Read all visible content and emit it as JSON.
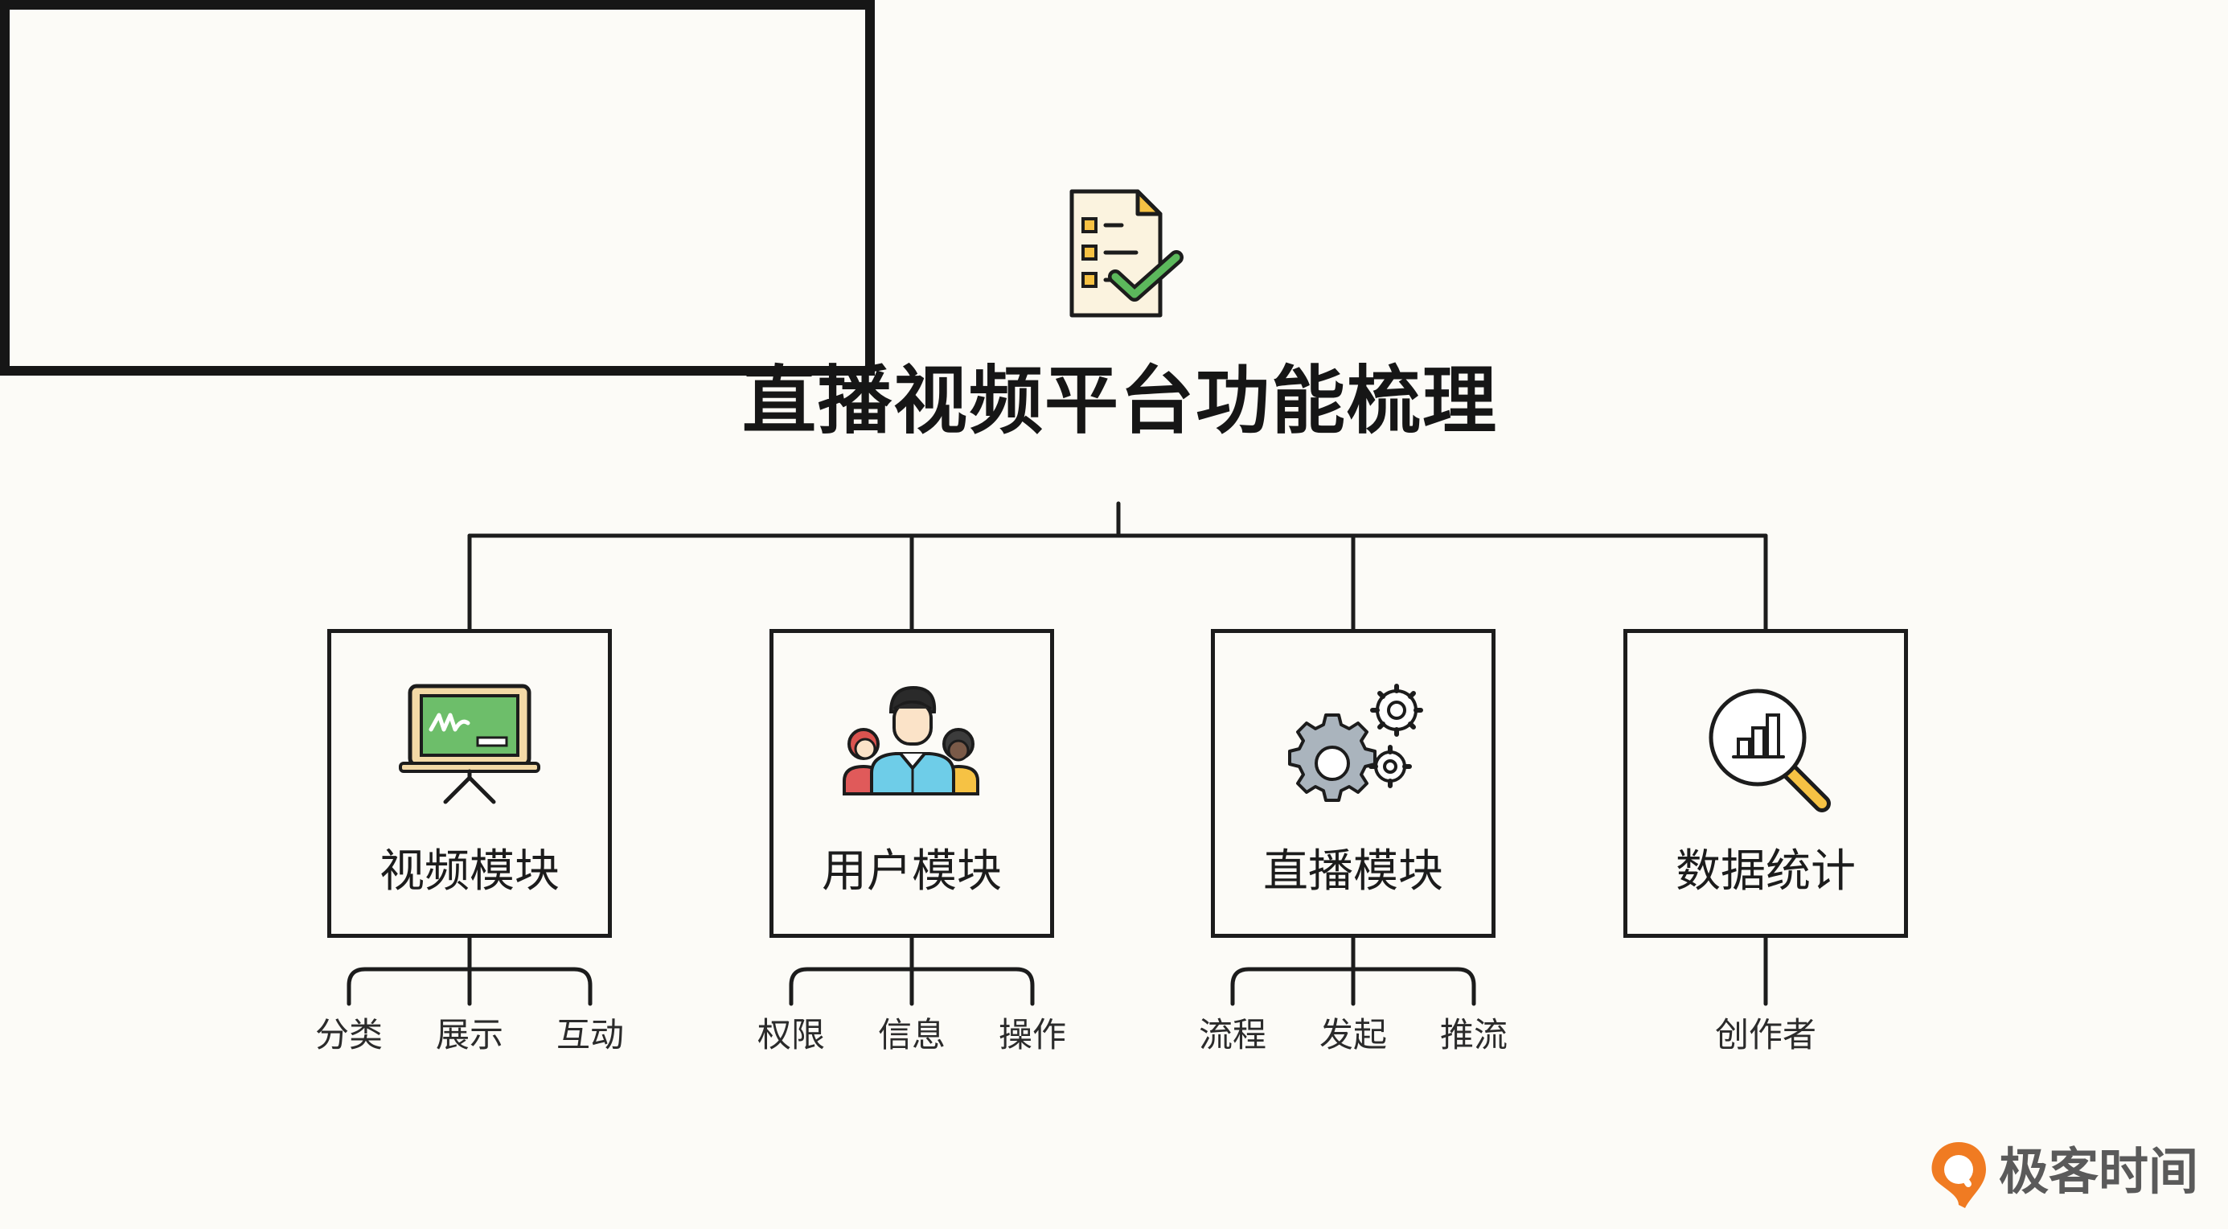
{
  "root": {
    "title": "直播视频平台功能梳理",
    "icon": "checklist-document-icon"
  },
  "modules": [
    {
      "label": "视频模块",
      "icon": "presentation-board-icon",
      "children": [
        "分类",
        "展示",
        "互动"
      ]
    },
    {
      "label": "用户模块",
      "icon": "user-group-icon",
      "children": [
        "权限",
        "信息",
        "操作"
      ]
    },
    {
      "label": "直播模块",
      "icon": "gears-icon",
      "children": [
        "流程",
        "发起",
        "推流"
      ]
    },
    {
      "label": "数据统计",
      "icon": "chart-magnifier-icon",
      "children": [
        "创作者"
      ]
    }
  ],
  "brand": {
    "name": "极客时间",
    "icon": "geektime-logo-icon"
  },
  "colors": {
    "line": "#1c1c1c",
    "background": "#fcfbf7",
    "accent_green": "#5cb85c",
    "accent_yellow": "#f6c244",
    "brand_orange": "#f07b22"
  }
}
